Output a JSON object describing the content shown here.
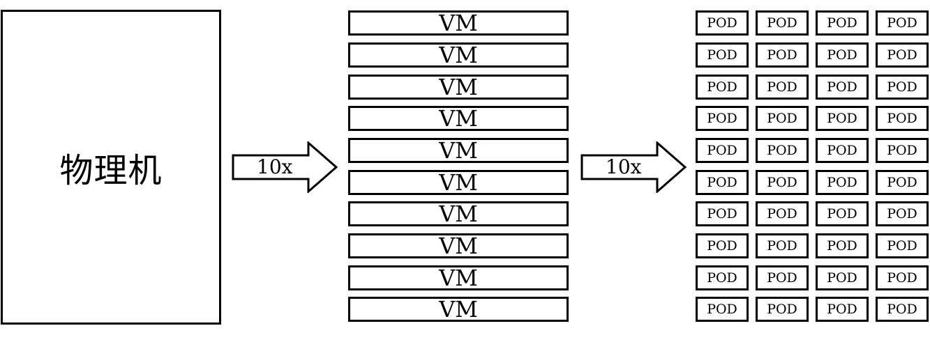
{
  "physical_machine": {
    "label": "物理机"
  },
  "arrows": [
    {
      "label": "10x"
    },
    {
      "label": "10x"
    }
  ],
  "vms": [
    "VM",
    "VM",
    "VM",
    "VM",
    "VM",
    "VM",
    "VM",
    "VM",
    "VM",
    "VM"
  ],
  "pods": [
    [
      "POD",
      "POD",
      "POD",
      "POD"
    ],
    [
      "POD",
      "POD",
      "POD",
      "POD"
    ],
    [
      "POD",
      "POD",
      "POD",
      "POD"
    ],
    [
      "POD",
      "POD",
      "POD",
      "POD"
    ],
    [
      "POD",
      "POD",
      "POD",
      "POD"
    ],
    [
      "POD",
      "POD",
      "POD",
      "POD"
    ],
    [
      "POD",
      "POD",
      "POD",
      "POD"
    ],
    [
      "POD",
      "POD",
      "POD",
      "POD"
    ],
    [
      "POD",
      "POD",
      "POD",
      "POD"
    ],
    [
      "POD",
      "POD",
      "POD",
      "POD"
    ]
  ]
}
